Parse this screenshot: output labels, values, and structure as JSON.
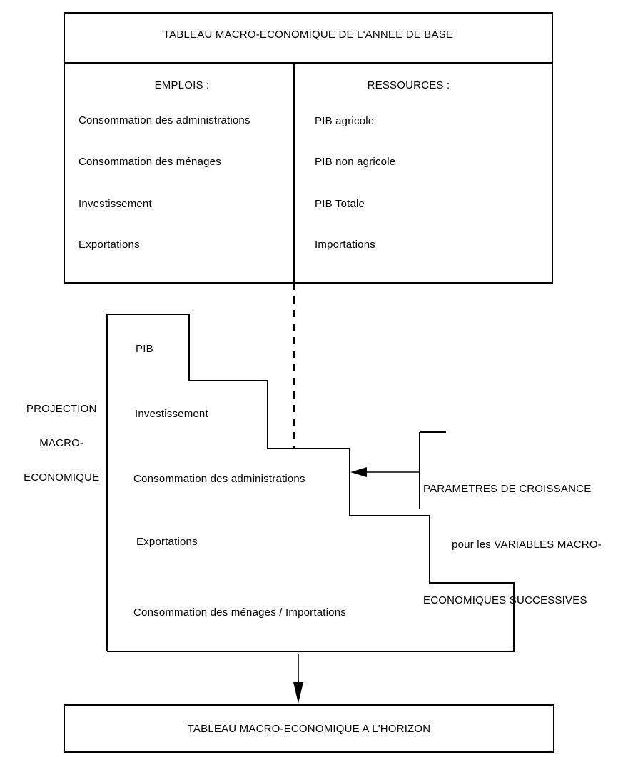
{
  "diagram": {
    "top_box": {
      "title": "TABLEAU MACRO-ECONOMIQUE DE L'ANNEE DE BASE",
      "columns": [
        {
          "heading": "EMPLOIS :",
          "items": [
            "Consommation des administrations",
            "Consommation des ménages",
            "Investissement",
            "Exportations"
          ]
        },
        {
          "heading": "RESSOURCES :",
          "items": [
            "PIB agricole",
            "PIB non agricole",
            "PIB Totale",
            "Importations"
          ]
        }
      ]
    },
    "projection": {
      "side_label": {
        "line1": "PROJECTION",
        "line2": "MACRO-",
        "line3": "ECONOMIQUE"
      },
      "steps": [
        "PIB",
        "Investissement",
        "Consommation des administrations",
        "Exportations",
        "Consommation des ménages / Importations"
      ]
    },
    "parameters": {
      "line1": "PARAMETRES DE CROISSANCE",
      "line2": "pour les VARIABLES MACRO-",
      "line3": "ECONOMIQUES SUCCESSIVES"
    },
    "bottom_box": {
      "title": "TABLEAU MACRO-ECONOMIQUE A L'HORIZON"
    },
    "colors": {
      "ink": "#000000",
      "paper": "#ffffff"
    }
  }
}
